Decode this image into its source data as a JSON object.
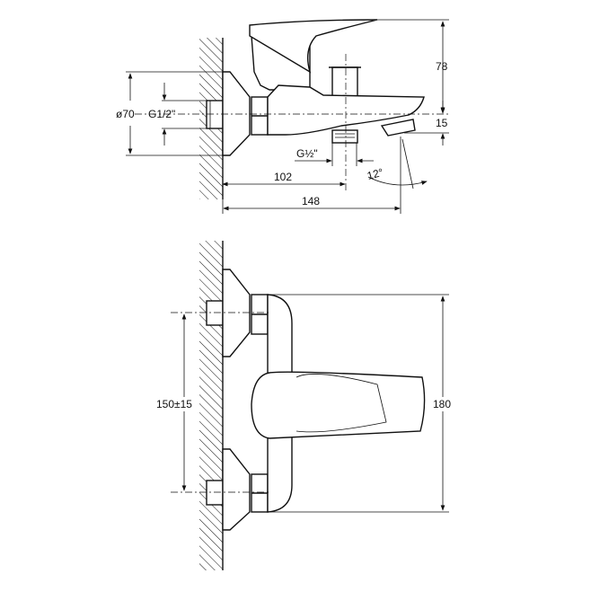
{
  "side_view": {
    "dim_height_top": "78",
    "dim_outlet_drop": "15",
    "dim_flange_diameter": "ø70",
    "dim_inlet_thread": "G1/2\"",
    "dim_shower_thread": "G½\"",
    "dim_diverter_distance": "102",
    "dim_spout_length": "148",
    "dim_outlet_angle": "12°"
  },
  "top_view": {
    "dim_inlet_spacing": "150±15",
    "dim_body_width": "180"
  }
}
